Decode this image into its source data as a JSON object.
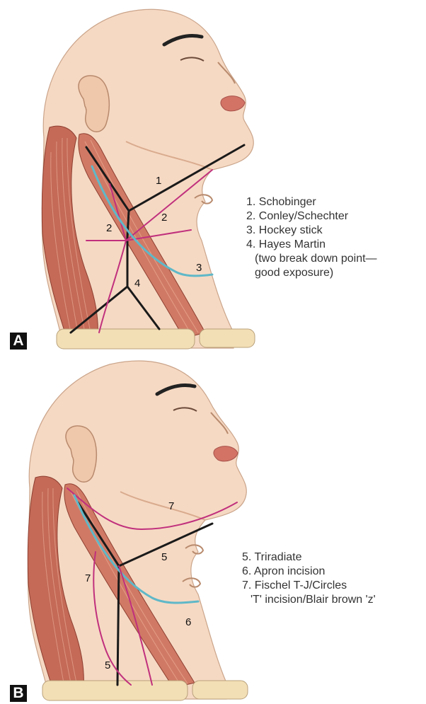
{
  "panel_a": {
    "label": "A",
    "numbers": [
      "1",
      "2",
      "2",
      "3",
      "4"
    ],
    "legend": [
      "1. Schobinger",
      "2. Conley/Schechter",
      "3. Hockey stick",
      "4. Hayes Martin",
      "(two break down point—",
      "good exposure)"
    ]
  },
  "panel_b": {
    "label": "B",
    "numbers": [
      "7",
      "5",
      "7",
      "6",
      "5"
    ],
    "legend": [
      "5. Triradiate",
      "6. Apron incision",
      "7. Fischel T-J/Circles",
      "'T' incision/Blair brown 'z'"
    ]
  },
  "colors": {
    "skin": "#f6d9c3",
    "skin_shadow": "#e8bfa3",
    "muscle": "#c46a57",
    "muscle_light": "#df9a85",
    "incision_black": "#1a1a1a",
    "incision_magenta": "#c0307d",
    "incision_cyan": "#5fb8c8",
    "lips": "#d27366",
    "bone": "#f3dfb6"
  }
}
